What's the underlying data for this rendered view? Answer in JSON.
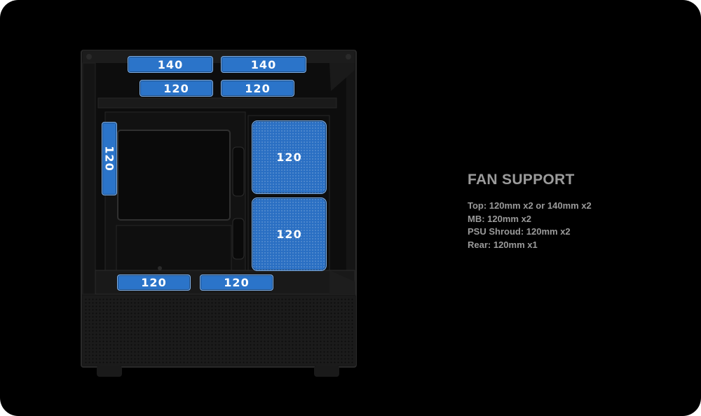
{
  "section": {
    "title": "FAN SUPPORT",
    "specs": [
      "Top: 120mm x2 or 140mm x2",
      "MB: 120mm x2",
      "PSU Shroud: 120mm x2",
      "Rear: 120mm x1"
    ]
  },
  "fans": {
    "top_140_left": "140",
    "top_140_right": "140",
    "top_120_left": "120",
    "top_120_right": "120",
    "rear_120": "120",
    "front_120_upper": "120",
    "front_120_lower": "120",
    "shroud_120_left": "120",
    "shroud_120_right": "120"
  },
  "colors": {
    "background": "#000000",
    "fan_badge": "#2b74c9",
    "fan_badge_border": "#7fb1ea",
    "text": "#9a9a9a"
  }
}
